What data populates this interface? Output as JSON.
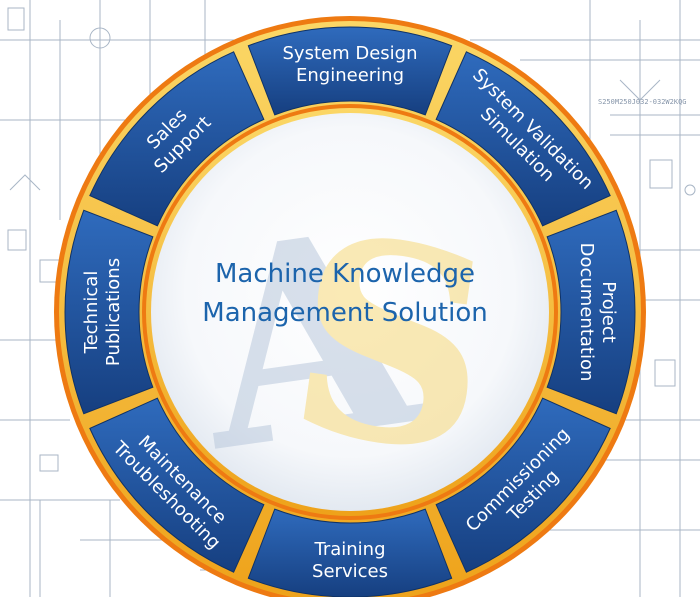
{
  "diagram": {
    "center_title_lines": [
      "Machine Knowledge",
      "Management Solution"
    ],
    "logo_letters": [
      "A",
      "S"
    ],
    "blueprint_label": "S250M250J032-032W2KQG",
    "segments": [
      {
        "id": "system-design-engineering",
        "lines": [
          "System Design",
          "Engineering"
        ]
      },
      {
        "id": "system-validation-simulation",
        "lines": [
          "System Validation",
          "Simulation"
        ]
      },
      {
        "id": "project-documentation",
        "lines": [
          "Project",
          "Documentation"
        ]
      },
      {
        "id": "commissioning-testing",
        "lines": [
          "Commissioning",
          "Testing"
        ]
      },
      {
        "id": "training-services",
        "lines": [
          "Training",
          "Services"
        ]
      },
      {
        "id": "maintenance-troubleshooting",
        "lines": [
          "Maintenance",
          "Troubleshooting"
        ]
      },
      {
        "id": "technical-publications",
        "lines": [
          "Technical",
          "Publications"
        ]
      },
      {
        "id": "sales-support",
        "lines": [
          "Sales",
          "Support"
        ]
      }
    ],
    "colors": {
      "segment_blue": "#1d4f97",
      "segment_blue_light": "#2f6bbd",
      "ring_gold": "#f2b31d",
      "ring_orange": "#ee7a12",
      "title_blue": "#1c64ac",
      "logo_gold": "#f7d97a",
      "logo_blue": "#b9c8dc"
    }
  }
}
